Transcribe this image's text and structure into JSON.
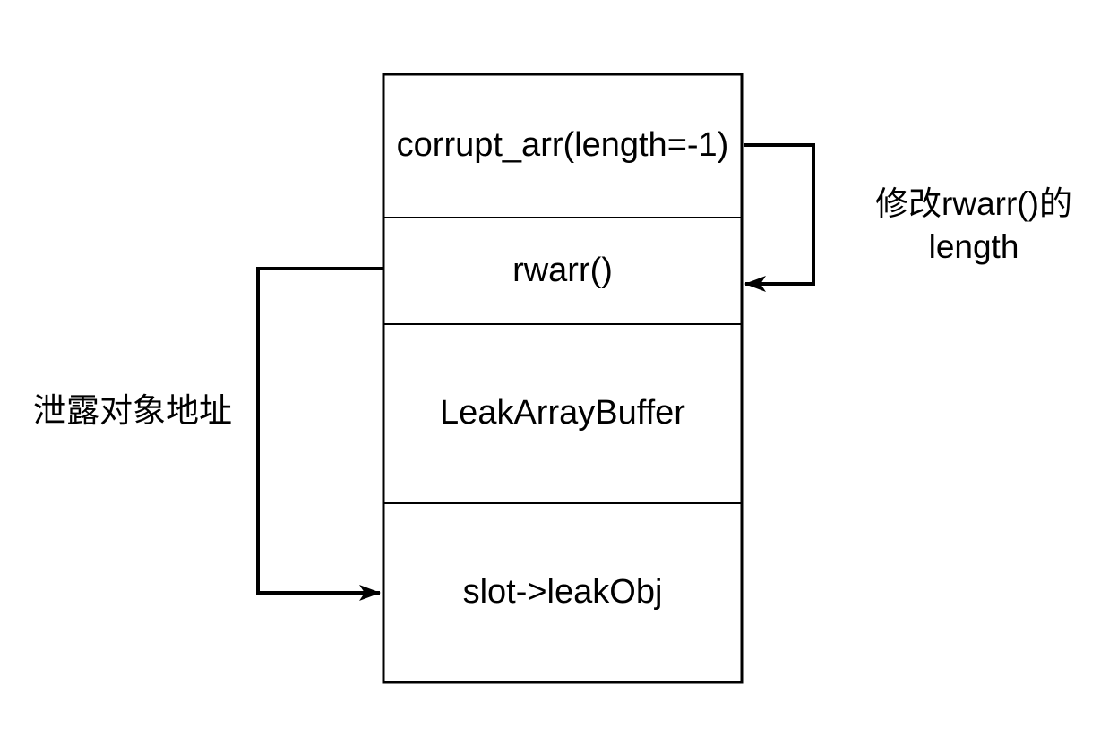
{
  "diagram": {
    "background_color": "#ffffff",
    "stroke_color": "#000000",
    "text_color": "#000000",
    "boxes": [
      {
        "label": "corrupt_arr(length=-1)"
      },
      {
        "label": "rwarr()"
      },
      {
        "label": "LeakArrayBuffer"
      },
      {
        "label": "slot->leakObj"
      }
    ],
    "arrows": [
      {
        "from": "corrupt_arr(length=-1)",
        "to": "rwarr()",
        "side": "right",
        "label_line1": "修改rwarr()的",
        "label_line2": "length"
      },
      {
        "from": "rwarr()",
        "to": "slot->leakObj",
        "side": "left",
        "label": "泄露对象地址"
      }
    ]
  }
}
